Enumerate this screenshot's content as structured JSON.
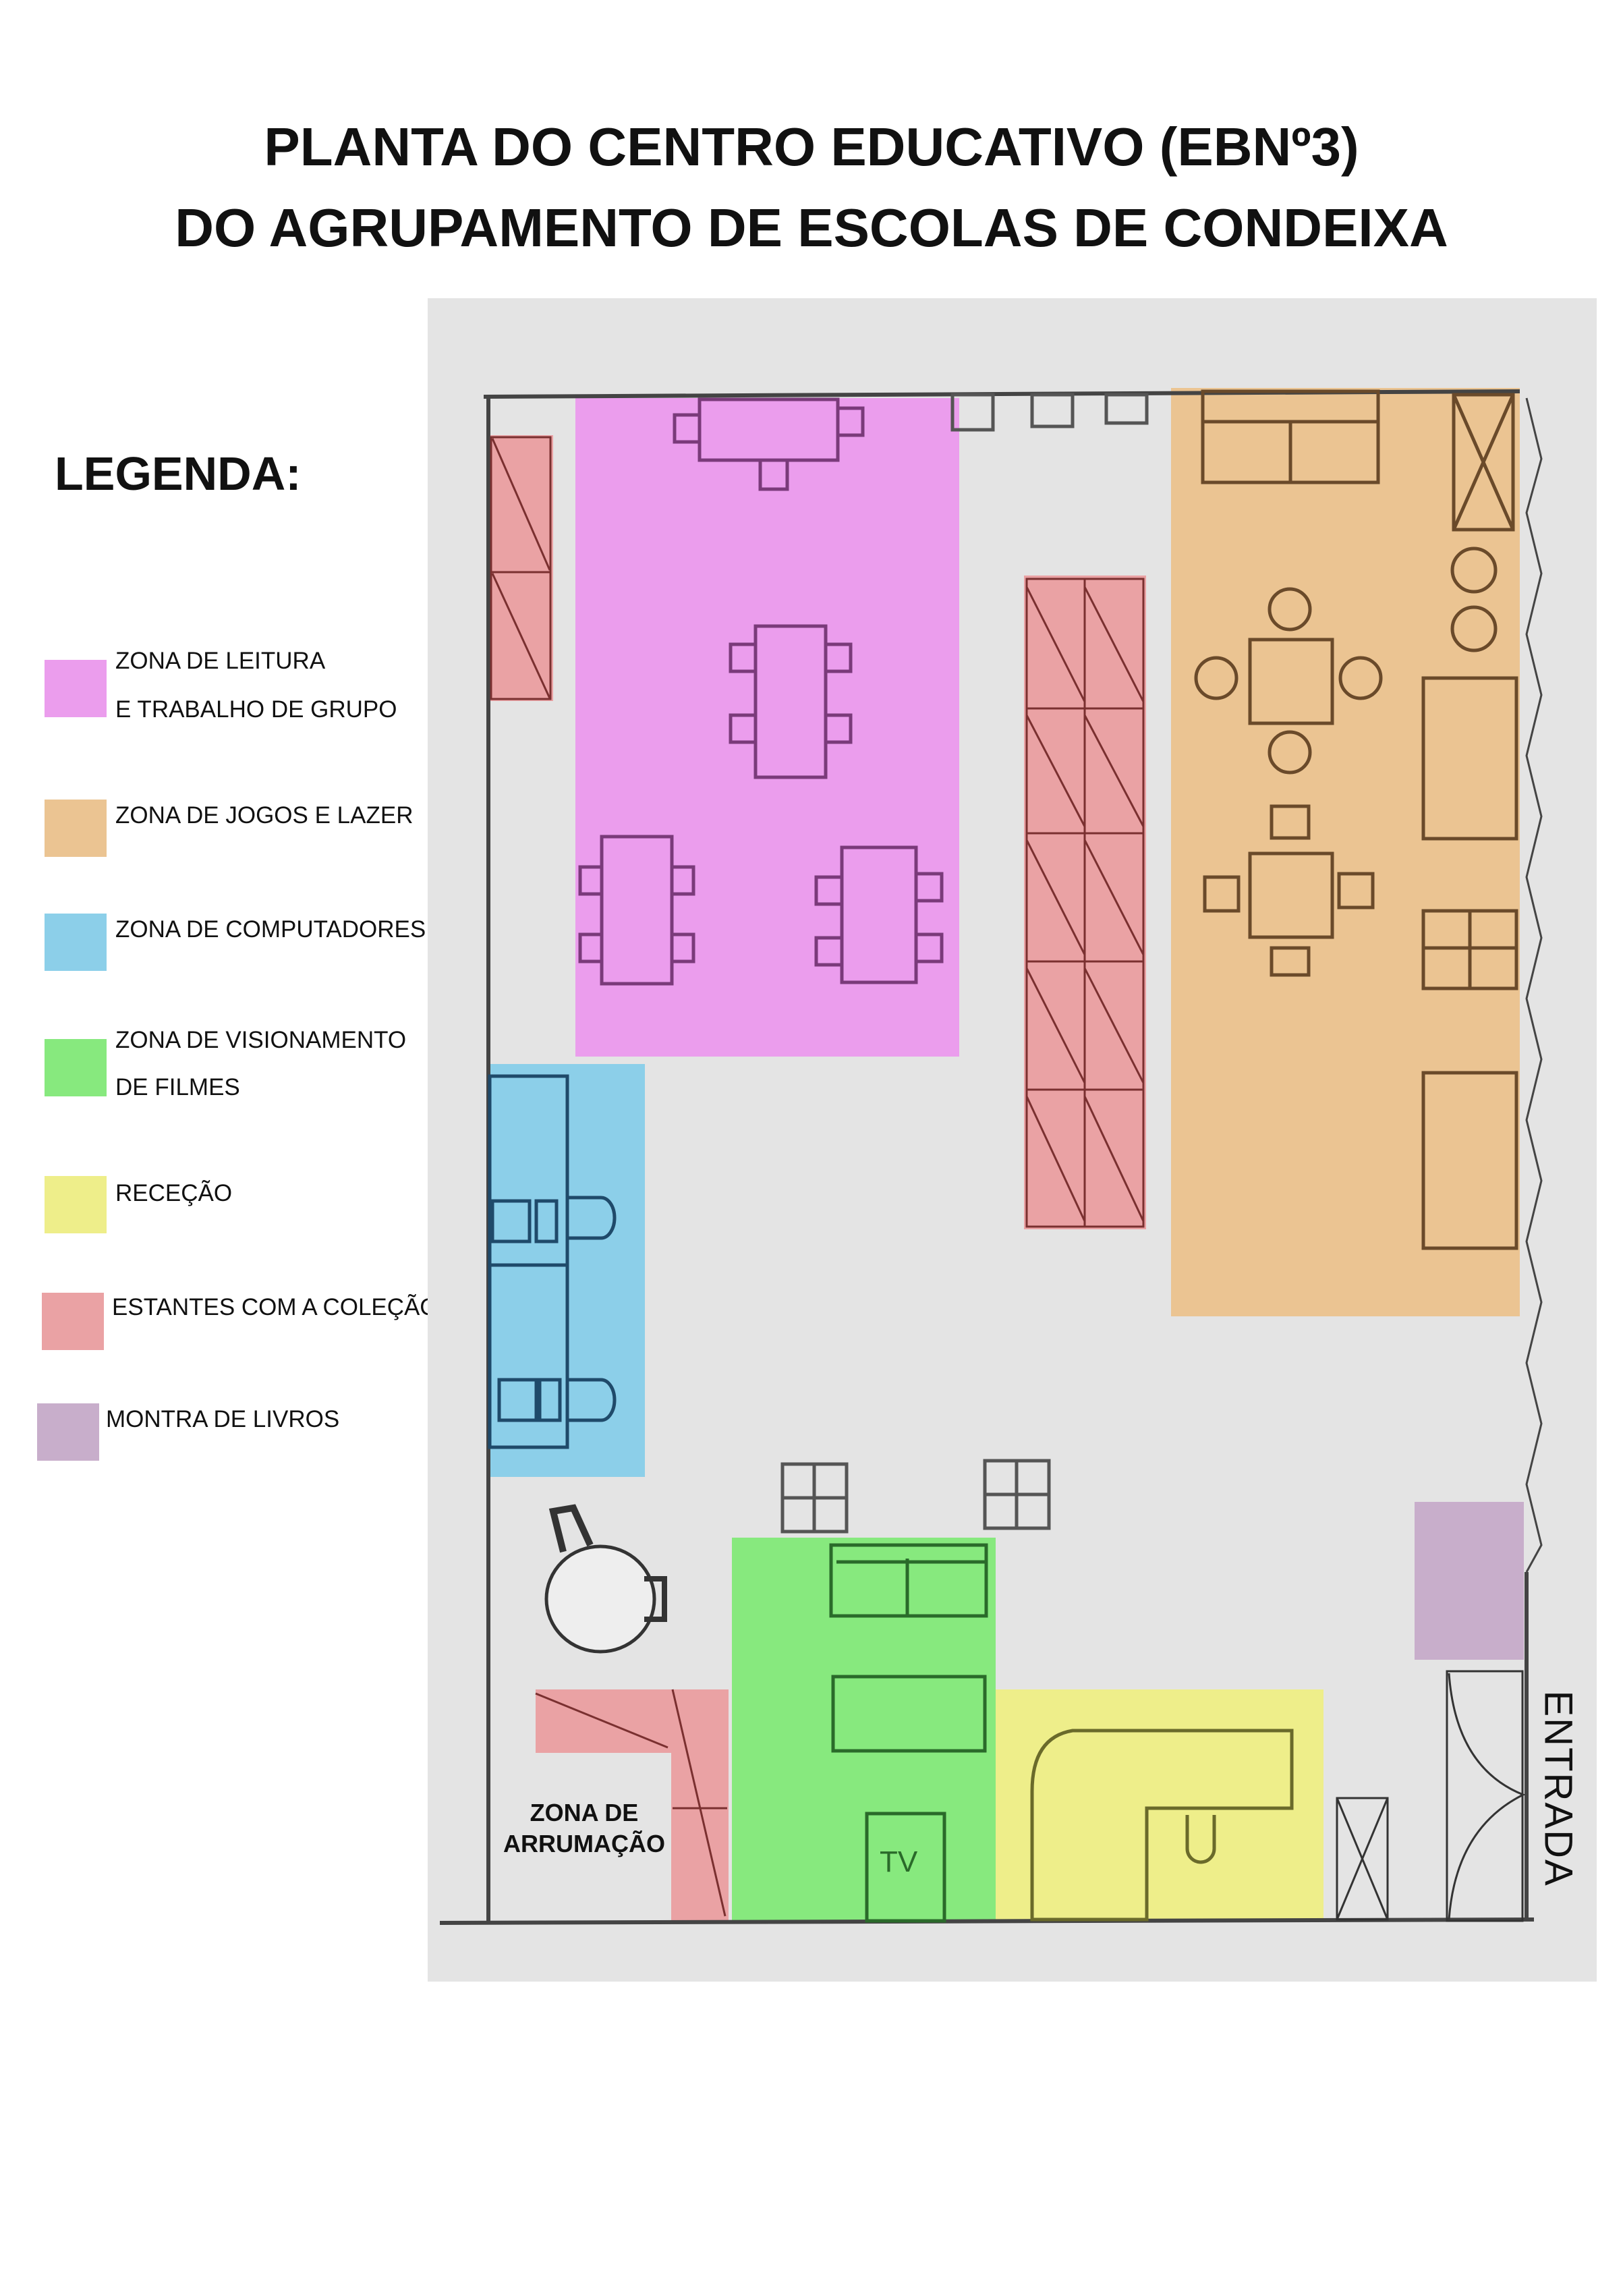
{
  "title": {
    "line1": "PLANTA DO CENTRO EDUCATIVO (EBNº3)",
    "line2": "DO AGRUPAMENTO DE ESCOLAS DE CONDEIXA"
  },
  "legend": {
    "heading": "LEGENDA:",
    "items": [
      {
        "line1": "ZONA DE LEITURA",
        "line2": "E TRABALHO DE GRUPO",
        "color": "#eb9ded"
      },
      {
        "line1": "ZONA DE JOGOS E LAZER",
        "color": "#ebc492"
      },
      {
        "line1": "ZONA DE COMPUTADORES",
        "color": "#8ccfe9"
      },
      {
        "line1": "ZONA DE VISIONAMENTO",
        "line2": "DE FILMES",
        "color": "#87e97e"
      },
      {
        "line1": "RECEÇÃO",
        "color": "#eeee8a"
      },
      {
        "line1": "ESTANTES COM A COLEÇÃO",
        "color": "#eaa2a4"
      },
      {
        "line1": "MONTRA DE LIVROS",
        "color": "#c8aecb"
      }
    ]
  },
  "plan": {
    "storage_label_line1": "ZONA DE",
    "storage_label_line2": "ARRUMAÇÃO",
    "entrance_label": "ENTRADA",
    "tv_label": "TV",
    "background": "#e4e4e4"
  }
}
